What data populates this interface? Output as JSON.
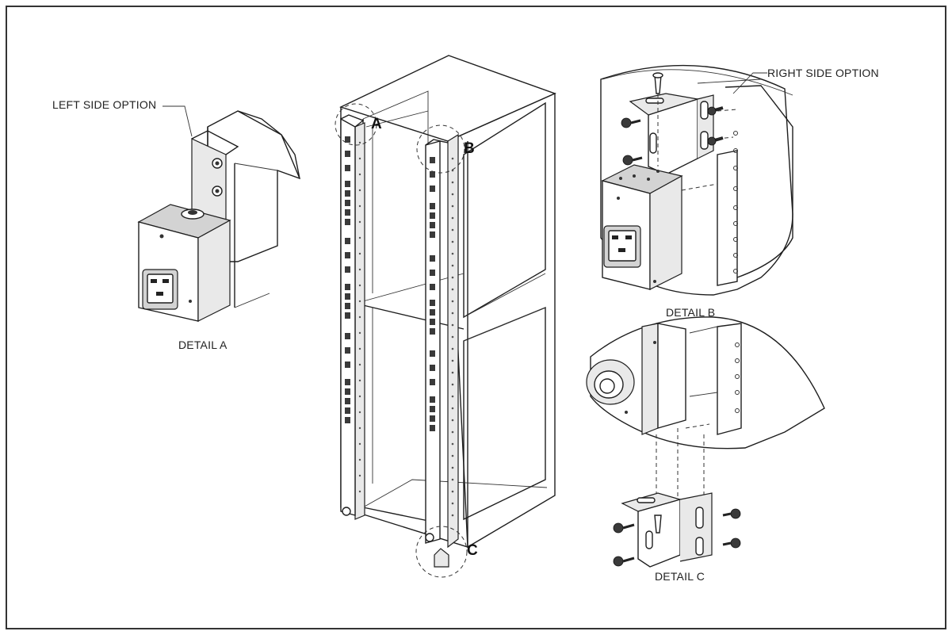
{
  "labels": {
    "left_side_option": "LEFT SIDE OPTION",
    "right_side_option": "RIGHT SIDE OPTION",
    "detail_a": "DETAIL A",
    "detail_b": "DETAIL B",
    "detail_c": "DETAIL C",
    "callout_a": "A",
    "callout_b": "B",
    "callout_c": "C"
  }
}
